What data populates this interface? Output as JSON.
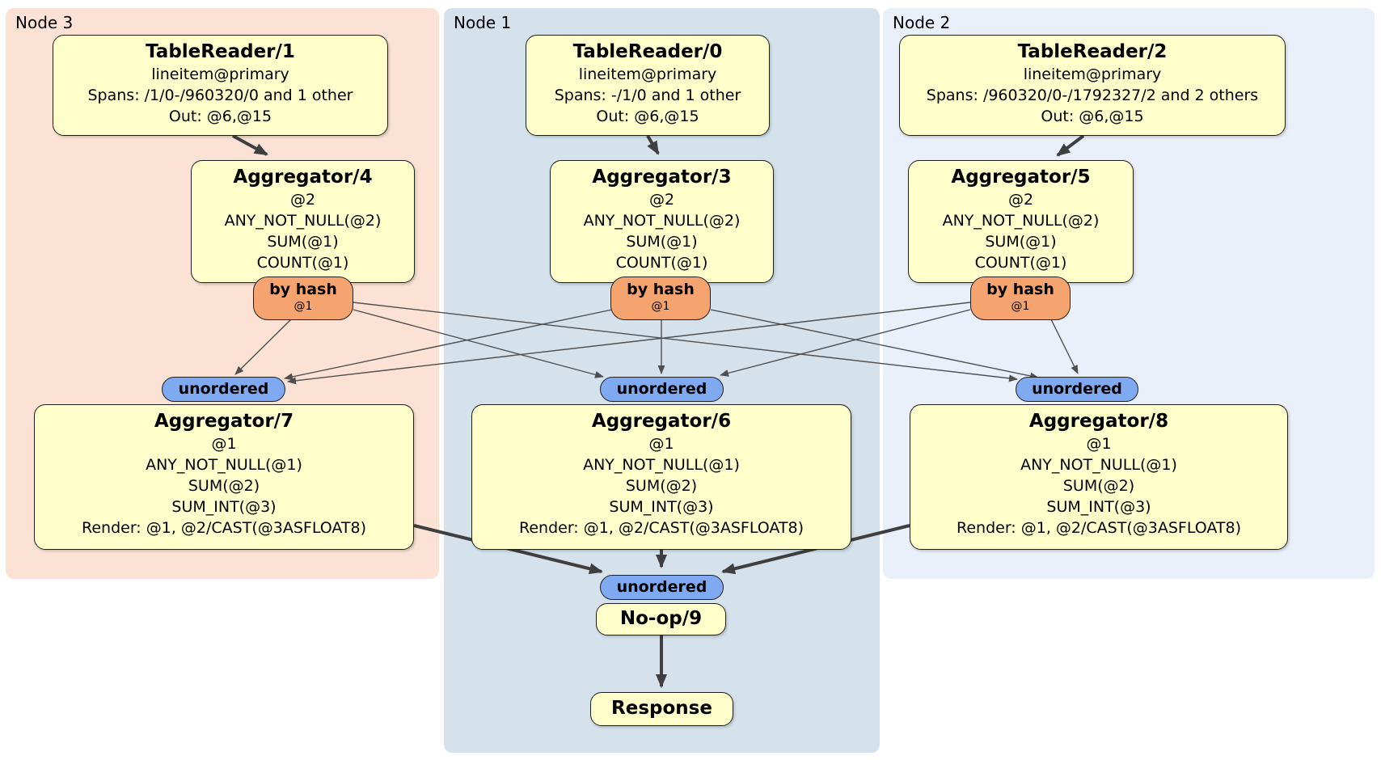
{
  "regions": [
    {
      "label": "Node 3"
    },
    {
      "label": "Node 1"
    },
    {
      "label": "Node 2"
    }
  ],
  "processors": {
    "tr1": {
      "title": "TableReader/1",
      "lines": [
        "lineitem@primary",
        "Spans: /1/0-/960320/0 and 1 other",
        "Out: @6,@15"
      ]
    },
    "tr0": {
      "title": "TableReader/0",
      "lines": [
        "lineitem@primary",
        "Spans: -/1/0 and 1 other",
        "Out: @6,@15"
      ]
    },
    "tr2": {
      "title": "TableReader/2",
      "lines": [
        "lineitem@primary",
        "Spans: /960320/0-/1792327/2 and 2 others",
        "Out: @6,@15"
      ]
    },
    "agg4": {
      "title": "Aggregator/4",
      "lines": [
        "@2",
        "ANY_NOT_NULL(@2)",
        "SUM(@1)",
        "COUNT(@1)"
      ]
    },
    "agg3": {
      "title": "Aggregator/3",
      "lines": [
        "@2",
        "ANY_NOT_NULL(@2)",
        "SUM(@1)",
        "COUNT(@1)"
      ]
    },
    "agg5": {
      "title": "Aggregator/5",
      "lines": [
        "@2",
        "ANY_NOT_NULL(@2)",
        "SUM(@1)",
        "COUNT(@1)"
      ]
    },
    "agg7": {
      "title": "Aggregator/7",
      "lines": [
        "@1",
        "ANY_NOT_NULL(@1)",
        "SUM(@2)",
        "SUM_INT(@3)",
        "Render: @1, @2/CAST(@3ASFLOAT8)"
      ]
    },
    "agg6": {
      "title": "Aggregator/6",
      "lines": [
        "@1",
        "ANY_NOT_NULL(@1)",
        "SUM(@2)",
        "SUM_INT(@3)",
        "Render: @1, @2/CAST(@3ASFLOAT8)"
      ]
    },
    "agg8": {
      "title": "Aggregator/8",
      "lines": [
        "@1",
        "ANY_NOT_NULL(@1)",
        "SUM(@2)",
        "SUM_INT(@3)",
        "Render: @1, @2/CAST(@3ASFLOAT8)"
      ]
    },
    "noop": {
      "title": "No-op/9"
    },
    "response": {
      "title": "Response"
    }
  },
  "labels": {
    "by_hash": "by hash",
    "by_hash_detail": "@1",
    "unordered": "unordered"
  },
  "colors": {
    "node3_bg": "#fbe2d5",
    "node1_bg": "#d5e2ec",
    "node2_bg": "#eaf0fa",
    "processor_bg": "#ffffcc",
    "hash_router_bg": "#f5a470",
    "stream_bg": "#7fa9f0",
    "edge_thick": "#3f3f3f",
    "edge_thin": "#4f4f4f"
  }
}
